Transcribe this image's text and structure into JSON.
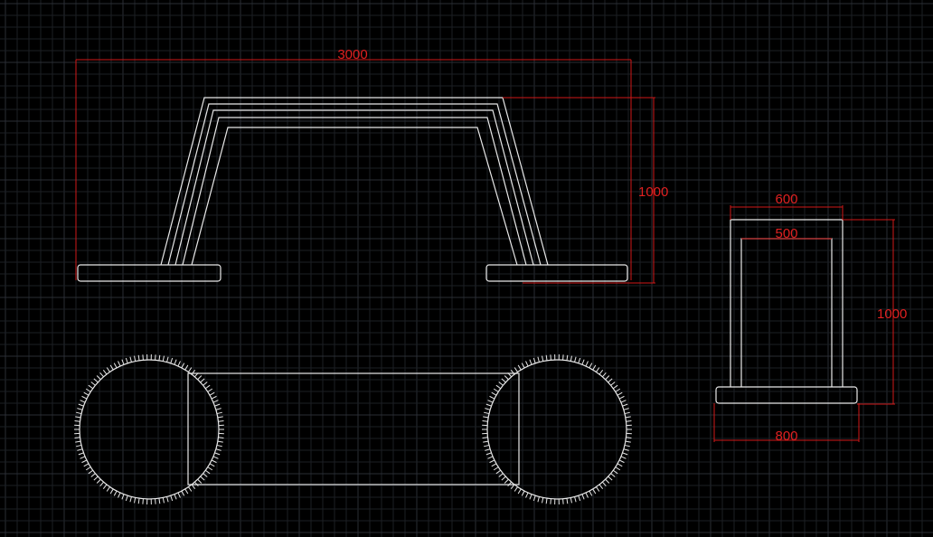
{
  "dimensions": {
    "front_width": "3000",
    "front_height": "1000",
    "side_outer_top": "600",
    "side_inner_top": "500",
    "side_height": "1000",
    "side_base": "800"
  },
  "colors": {
    "background": "#000000",
    "geometry": "#e8e8e8",
    "dimension": "#e02020",
    "grid": "#2a2e35"
  }
}
